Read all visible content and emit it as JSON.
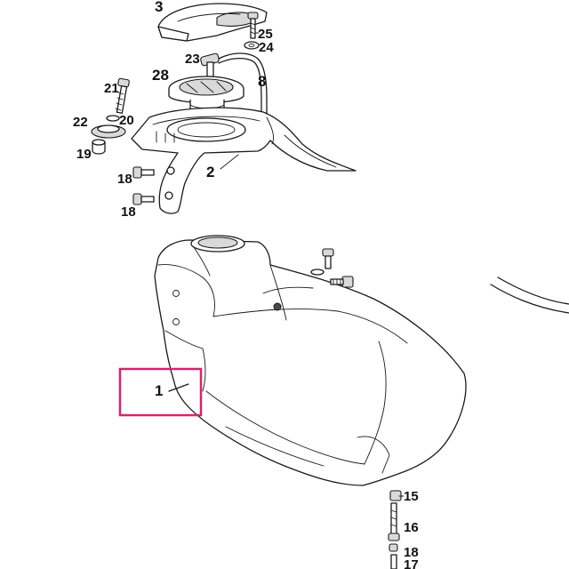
{
  "highlight_color": "#d6246e",
  "callouts": {
    "c1": "1",
    "c2": "2",
    "c3": "3",
    "c8": "8",
    "c15": "15",
    "c16": "16",
    "c17": "17",
    "c18a": "18",
    "c18b": "18",
    "c18c": "18",
    "c19": "19",
    "c20": "20",
    "c21": "21",
    "c22": "22",
    "c23": "23",
    "c24": "24",
    "c25": "25",
    "c28": "28"
  }
}
